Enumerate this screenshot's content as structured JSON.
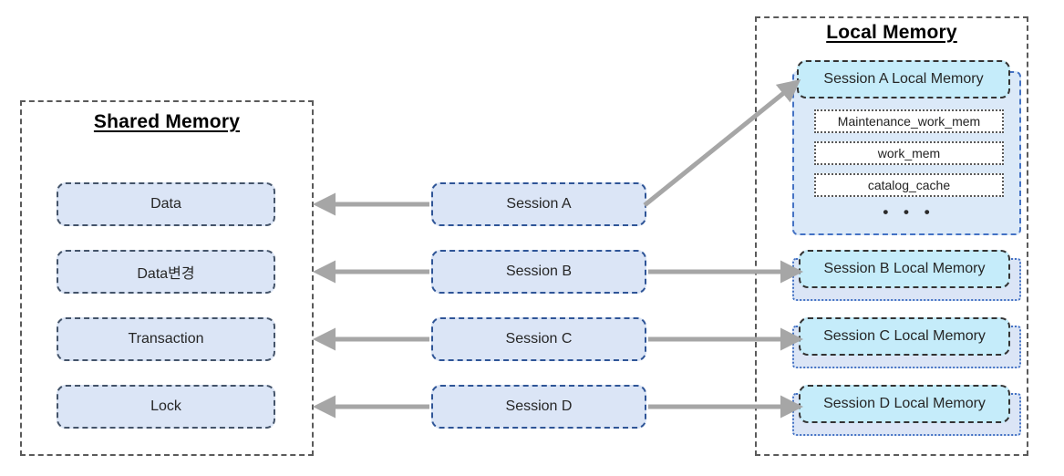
{
  "diagram": {
    "title_shared": "Shared Memory",
    "title_local": "Local Memory"
  },
  "shared_memory": {
    "label": "Shared Memory",
    "items": [
      {
        "label": "Data"
      },
      {
        "label": "Data변경"
      },
      {
        "label": "Transaction"
      },
      {
        "label": "Lock"
      }
    ]
  },
  "sessions": [
    {
      "label": "Session A"
    },
    {
      "label": "Session B"
    },
    {
      "label": "Session C"
    },
    {
      "label": "Session D"
    }
  ],
  "local_memory": {
    "label": "Local Memory",
    "blocks": [
      {
        "label": "Session A Local Memory",
        "params": [
          "Maintenance_work_mem",
          "work_mem",
          "catalog_cache"
        ],
        "more": "• • •"
      },
      {
        "label": "Session B Local Memory",
        "params": [],
        "more": ""
      },
      {
        "label": "Session C Local Memory",
        "params": [],
        "more": ""
      },
      {
        "label": "Session D Local Memory",
        "params": [],
        "more": ""
      }
    ]
  },
  "colors": {
    "shared_fill": "#dbe5f6",
    "session_fill": "#dbe5f6",
    "local_fill": "#c5ecfa",
    "plate_fill": "#dbe9f8",
    "arrow": "#a6a6a6",
    "region_border": "#5a5a5a"
  },
  "arrows": [
    {
      "name": "session-a-to-shared",
      "direction": "left"
    },
    {
      "name": "session-b-to-shared",
      "direction": "left"
    },
    {
      "name": "session-c-to-shared",
      "direction": "left"
    },
    {
      "name": "session-d-to-shared",
      "direction": "left"
    },
    {
      "name": "session-a-to-local-memory-a",
      "direction": "diagonal-up-right"
    },
    {
      "name": "session-b-to-local-memory-b",
      "direction": "right"
    },
    {
      "name": "session-c-to-local-memory-c",
      "direction": "right"
    },
    {
      "name": "session-d-to-local-memory-d",
      "direction": "right"
    }
  ]
}
